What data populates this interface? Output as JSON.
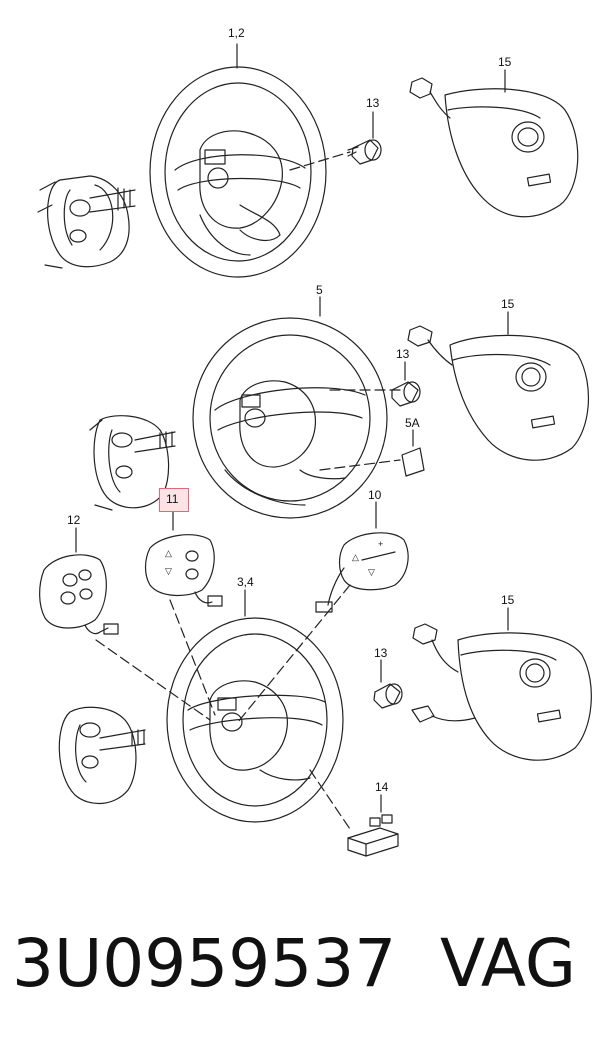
{
  "callouts": {
    "c12a": "1,2",
    "c13a": "13",
    "c15a": "15",
    "c5": "5",
    "c15b": "15",
    "c13b": "13",
    "c5A": "5A",
    "c11": "11",
    "c12": "12",
    "c10": "10",
    "c34": "3,4",
    "c15c": "15",
    "c13c": "13",
    "c14": "14"
  },
  "footer": {
    "part_number": "3U0959537",
    "brand": "VAG"
  },
  "colors": {
    "line": "#222222",
    "highlight_border": "#e06a7a",
    "highlight_fill": "#fbe3e6"
  }
}
